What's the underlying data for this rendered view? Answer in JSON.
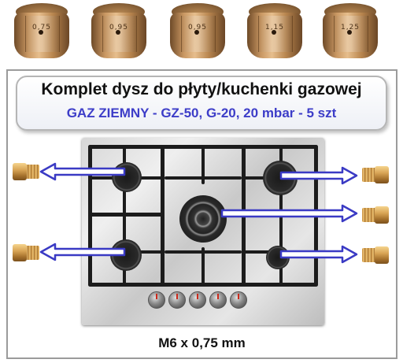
{
  "nozzles_top": [
    {
      "marking": "0,75"
    },
    {
      "marking": "0,95"
    },
    {
      "marking": "0,95"
    },
    {
      "marking": "1,15"
    },
    {
      "marking": "1,25"
    }
  ],
  "title": {
    "line1": "Komplet dysz do płyty/kuchenki gazowej",
    "line2": "GAZ ZIEMNY - GZ-50, G-20, 20 mbar - 5 szt"
  },
  "footer": {
    "size": "M6 x 0,75 mm"
  },
  "colors": {
    "title_accent": "#3d3dc8",
    "arrow": "#3a3ac4",
    "brass": "#d8a455"
  },
  "icons": [
    "gas-nozzle-icon",
    "arrow-icon",
    "gas-hob-icon"
  ]
}
